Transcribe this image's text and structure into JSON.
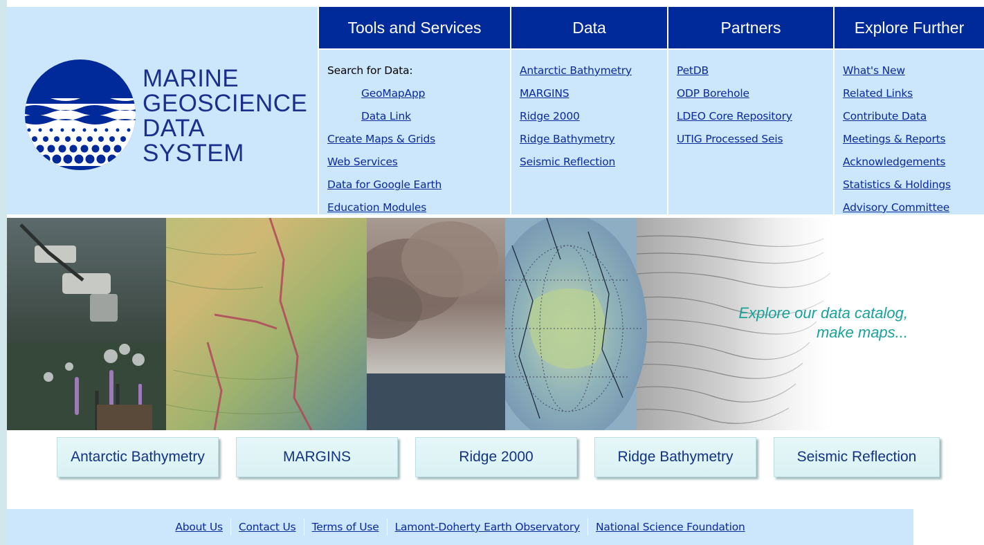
{
  "logo": {
    "line1": "MARINE",
    "line2": "GEOSCIENCE",
    "line3": "DATA",
    "line4": "SYSTEM"
  },
  "nav": {
    "tools": {
      "title": "Tools and Services",
      "search_label": "Search for Data:",
      "items": [
        "GeoMapApp",
        "Data Link",
        "Create Maps & Grids",
        "Web Services",
        "Data for Google Earth",
        "Education Modules"
      ]
    },
    "data": {
      "title": "Data",
      "items": [
        "Antarctic Bathymetry",
        "MARGINS",
        "Ridge 2000",
        "Ridge Bathymetry",
        "Seismic Reflection"
      ]
    },
    "partners": {
      "title": "Partners",
      "items": [
        "PetDB",
        "ODP Borehole",
        "LDEO Core Repository",
        "UTIG Processed Seis"
      ]
    },
    "explore": {
      "title": "Explore Further",
      "items": [
        "What's New",
        "Related Links",
        "Contribute Data",
        "Meetings & Reports",
        "Acknowledgements",
        "Statistics & Holdings",
        "Advisory Committee"
      ]
    }
  },
  "banner": {
    "tagline_line1": "Explore our data catalog,",
    "tagline_line2": "make maps..."
  },
  "buttons": [
    "Antarctic Bathymetry",
    "MARGINS",
    "Ridge 2000",
    "Ridge Bathymetry",
    "Seismic Reflection"
  ],
  "footer": {
    "links": [
      "About Us",
      "Contact Us",
      "Terms of Use",
      "Lamont-Doherty Earth Observatory",
      "National Science Foundation"
    ]
  },
  "colors": {
    "nav_header": "#002a9a",
    "nav_bg": "#cce6fc",
    "link": "#0b2a9c",
    "tagline": "#17a39a",
    "button_bg": "#e0f4f6"
  }
}
